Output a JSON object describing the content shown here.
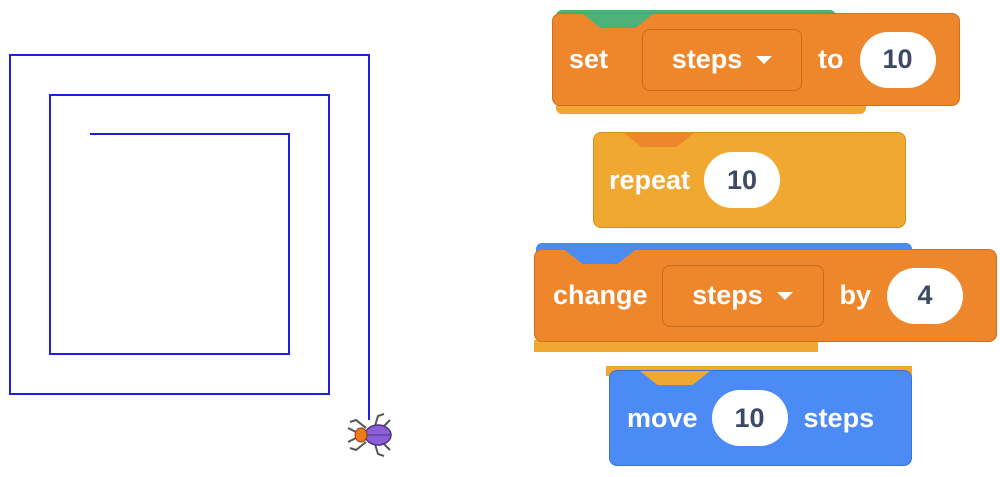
{
  "colors": {
    "pen": "#1f1fe0",
    "control": "#f0a830",
    "variables": "#ee862b",
    "motion": "#4c8bf5",
    "events": "#4cb27a"
  },
  "blocks": {
    "set": {
      "label": "set",
      "variable": "steps",
      "to_label": "to",
      "value": "10"
    },
    "repeat": {
      "label": "repeat",
      "value": "10"
    },
    "change": {
      "label": "change",
      "variable": "steps",
      "by_label": "by",
      "value": "4"
    },
    "move": {
      "label": "move",
      "value": "10",
      "suffix": "steps"
    }
  },
  "sprite": {
    "icon": "beetle-icon"
  }
}
